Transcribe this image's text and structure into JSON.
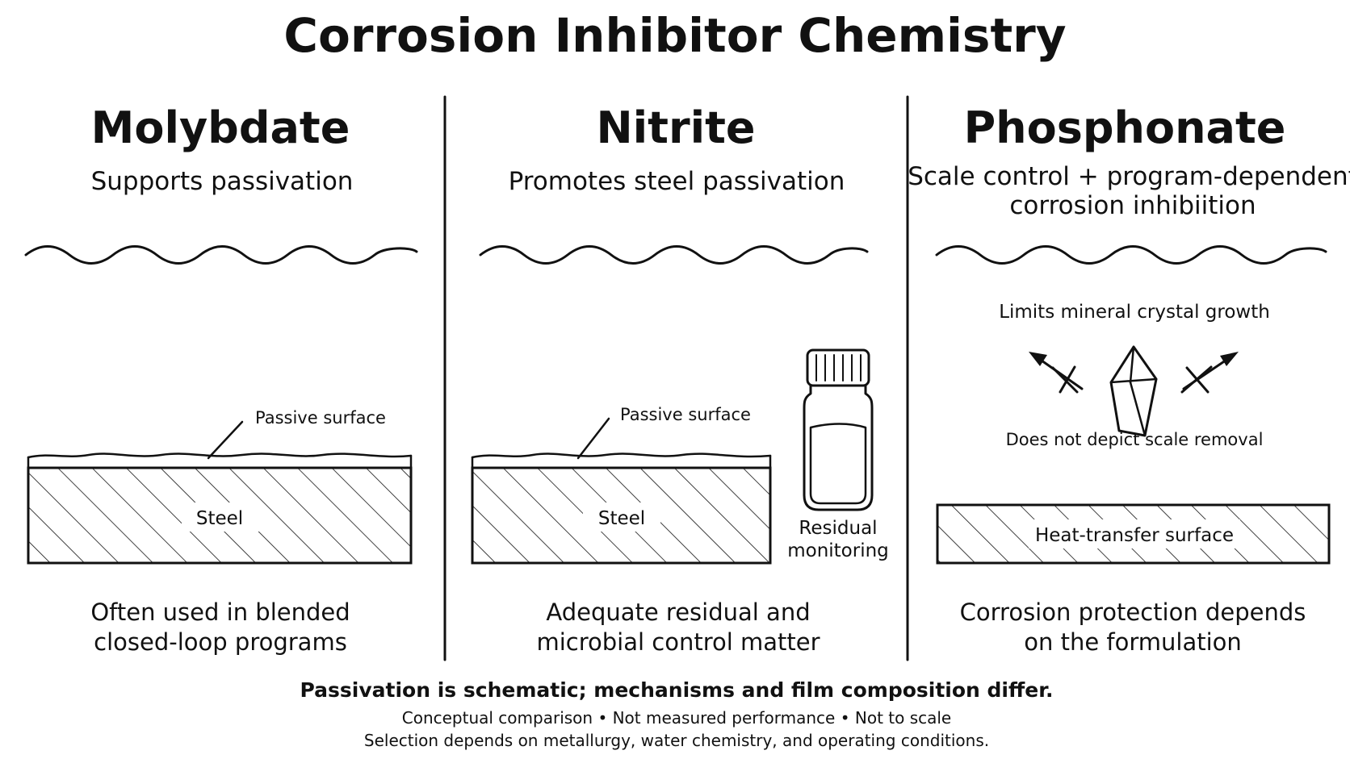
{
  "title": "Corrosion Inhibitor Chemistry",
  "panels": [
    {
      "heading": "Molybdate",
      "subtitle": [
        "Supports passivation"
      ],
      "callout": "Passive surface",
      "block_label": "Steel",
      "caption": [
        "Often used in blended",
        "closed-loop programs"
      ]
    },
    {
      "heading": "Nitrite",
      "subtitle": [
        "Promotes steel passivation"
      ],
      "callout": "Passive surface",
      "block_label": "Steel",
      "vial_label": [
        "Residual",
        "monitoring"
      ],
      "caption": [
        "Adequate residual and",
        "microbial control matter"
      ]
    },
    {
      "heading": "Phosphonate",
      "subtitle": [
        "Scale control + program-dependent",
        "corrosion inhibiition"
      ],
      "crystal_label": "Limits mineral crystal growth",
      "crystal_note": "Does not depict scale removal",
      "block_label": "Heat-transfer surface",
      "caption": [
        "Corrosion protection depends",
        "on the formulation"
      ]
    }
  ],
  "footer": {
    "bold": "Passivation is schematic; mechanisms and film composition differ.",
    "line1": "Conceptual comparison • Not measured performance • Not to scale",
    "line2": "Selection depends on metallurgy, water chemistry, and operating conditions."
  },
  "icons": {
    "water": "wave-line-icon",
    "hatch": "hatched-block-icon",
    "vial": "sample-vial-icon",
    "crystal": "crystal-icon",
    "blocked_growth": "blocked-arrow-icon"
  }
}
